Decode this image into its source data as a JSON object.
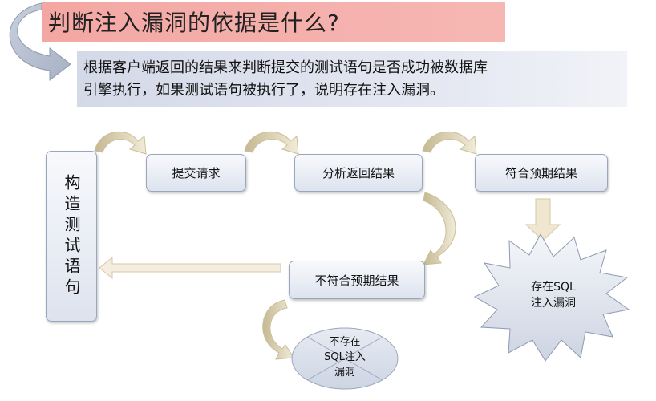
{
  "title": "判断注入漏洞的依据是什么?",
  "subtitle_lines": [
    "根据客户端返回的结果来判断提交的测试语句是否成功被数据库",
    "引擎执行，如果测试语句被执行了，说明存在注入漏洞。"
  ],
  "nodes": {
    "construct": "构造测试语句",
    "submit": "提交请求",
    "analyze": "分析返回结果",
    "match": "符合预期结果",
    "nomatch": "不符合预期结果",
    "exists": "存在SQL\n注入漏洞",
    "notexists": "不存在\nSQL注入\n漏洞"
  },
  "colors": {
    "title_bg": "#f4aba7",
    "subtitle_bg": "#d9deea",
    "node_border": "#9aa6bd",
    "arrow_tan": "#ddd3b7",
    "arrow_blue_gray": "#aab6c9"
  }
}
